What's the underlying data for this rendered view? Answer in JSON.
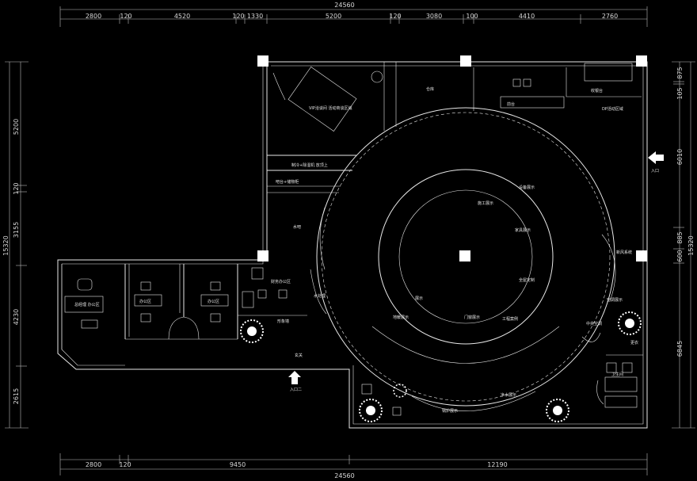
{
  "dimensions": {
    "top_total": "24560",
    "top_segments": [
      "2800",
      "120",
      "4520",
      "120",
      "1330",
      "5200",
      "120",
      "3080",
      "100",
      "4410",
      "2760"
    ],
    "bottom_total": "24560",
    "bottom_segments": [
      "2800",
      "120",
      "9450",
      "12190"
    ],
    "left_total": "15320",
    "left_segments": [
      "5200",
      "120",
      "3155",
      "4230",
      "2615"
    ],
    "right_total": "15320",
    "right_segments": [
      "875",
      "105",
      "6010",
      "885",
      "600",
      "6845"
    ]
  },
  "rooms": {
    "vip_meeting_area": "VIP洽谈间\n活动商谈区域",
    "tea_bar": "制冷+除湿机 放顶上",
    "water_bar": "吧台+储物柜",
    "water_area": "水吧",
    "storage": "仓库",
    "office": "办公区",
    "manager_office": "总经理\n办公区",
    "finance_office": "财务办公区",
    "reception": "前台",
    "cashier": "收银台",
    "dp_area": "DP活动区域",
    "gate": "玄关",
    "changing": "更衣",
    "toilet": "卫生间",
    "showcase": "形象墙",
    "entrance_main": "入口",
    "entrance_two": "入口二"
  },
  "ring_labels": [
    "设备展示",
    "施工展示",
    "家具展示",
    "全屋定制",
    "展示",
    "工程案例",
    "门窗展示",
    "地暖展示",
    "净水展示",
    "锅炉展示",
    "新风系统",
    "空调展示",
    "中央空调",
    "水处理"
  ],
  "icons": {
    "entry_arrow": "arrow-icon",
    "plant": "plant-icon",
    "column": "column-icon"
  },
  "colors": {
    "background": "#000000",
    "lines": "#e8e8e8",
    "text": "#e6e6e6"
  }
}
